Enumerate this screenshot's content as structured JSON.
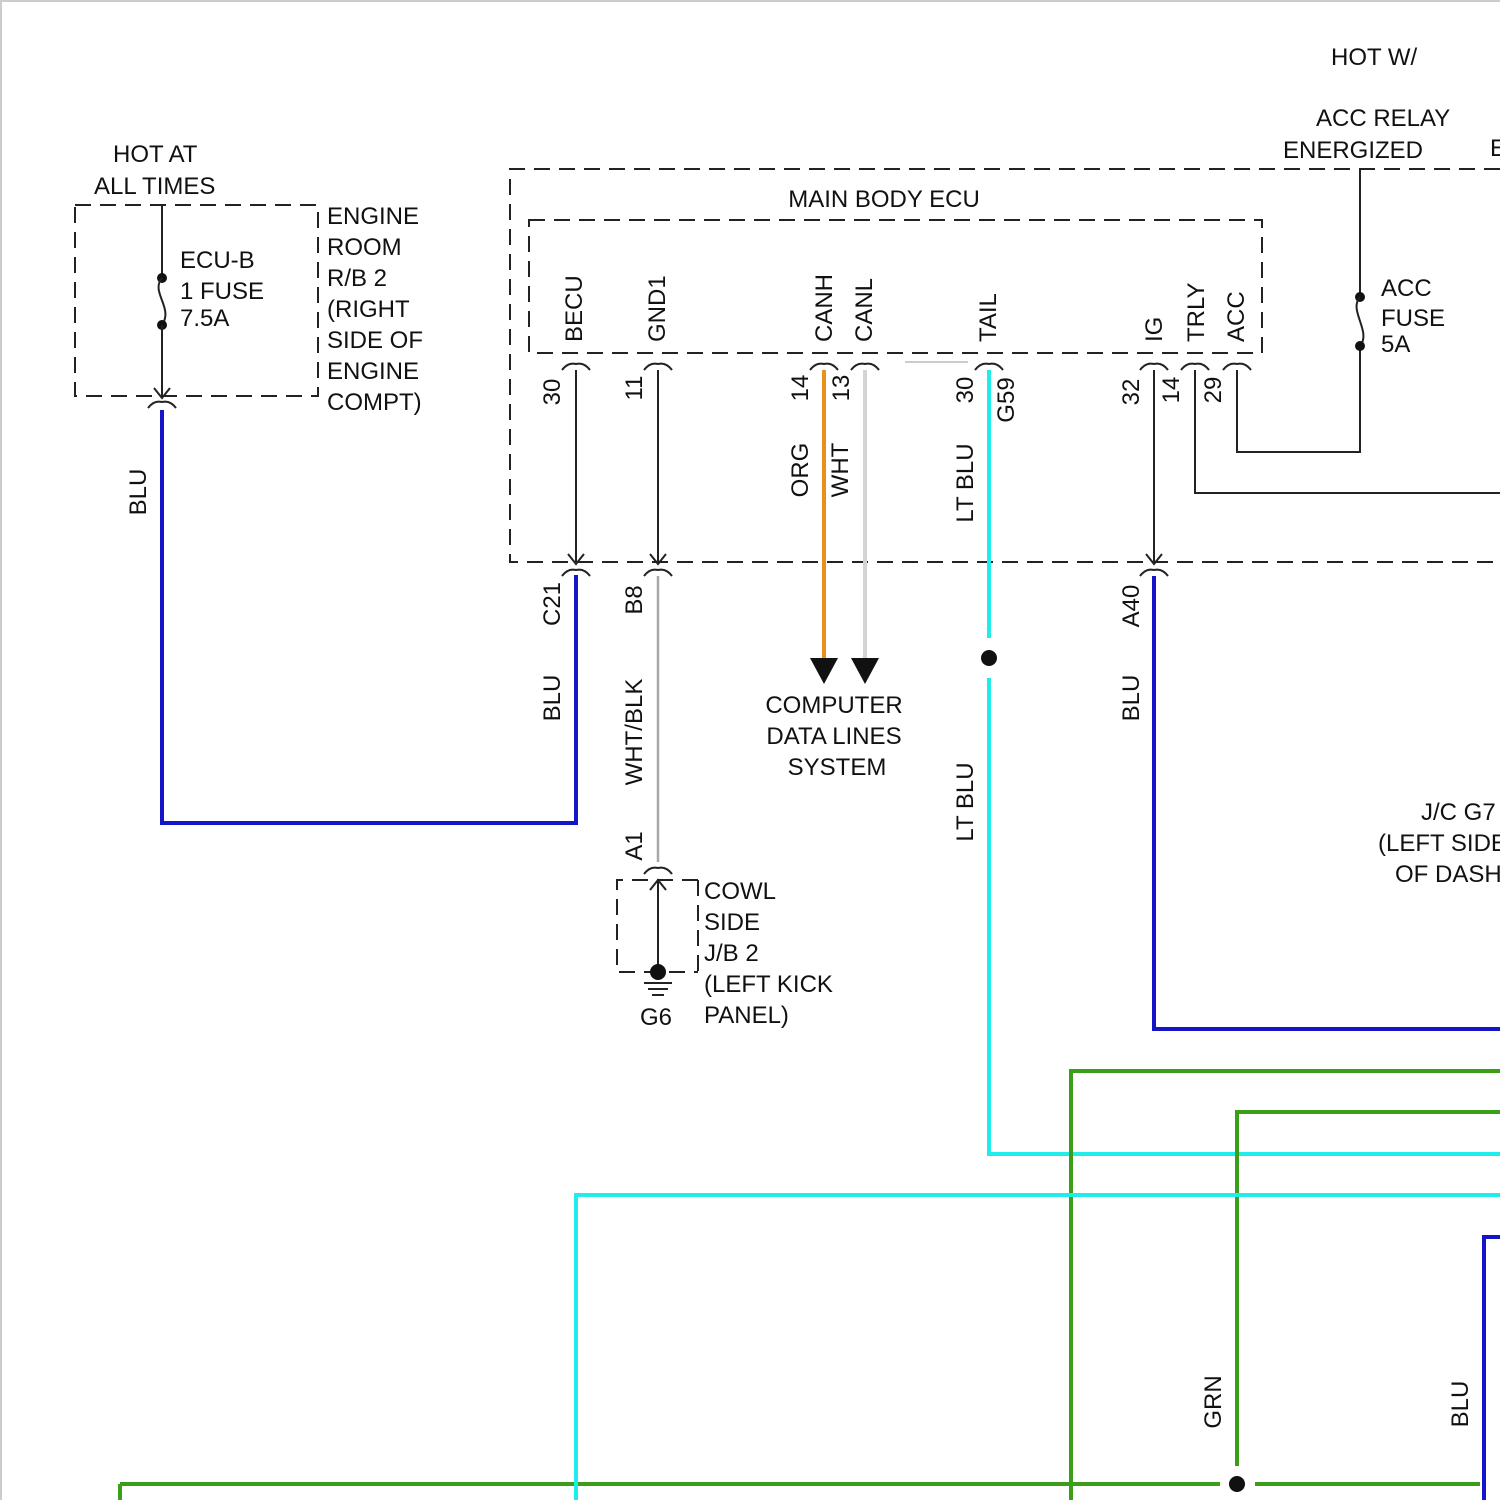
{
  "colors": {
    "blu": "#1414c8",
    "lt_blu": "#20ecec",
    "grn": "#3a9e18",
    "org": "#e8901c",
    "wht": "#d4d4d4",
    "wht_blk": "#a8a8a8",
    "black": "#111111"
  },
  "top": {
    "hot_w": "HOT W/",
    "acc_relay_1": "ACC RELAY",
    "acc_relay_2": "ENERGIZED",
    "cut_letter": "E"
  },
  "fuse_box": {
    "hot_1": "HOT AT",
    "hot_2": "ALL TIMES",
    "fuse_1": "ECU-B",
    "fuse_2": "1 FUSE",
    "fuse_3": "7.5A",
    "loc_1": "ENGINE",
    "loc_2": "ROOM",
    "loc_3": "R/B 2",
    "loc_4": "(RIGHT",
    "loc_5": "SIDE OF",
    "loc_6": "ENGINE",
    "loc_7": "COMPT)",
    "wire_color": "BLU"
  },
  "ecu": {
    "title": "MAIN BODY ECU",
    "pins": [
      "BECU",
      "GND1",
      "CANH",
      "CANL",
      "TAIL",
      "IG",
      "TRLY",
      "ACC"
    ],
    "pin_numbers": [
      "30",
      "11",
      "14",
      "13",
      "30",
      "32",
      "14",
      "29"
    ],
    "g59": "G59",
    "inner_colors": {
      "org": "ORG",
      "wht": "WHT",
      "lt_blu": "LT BLU"
    }
  },
  "acc_fuse": {
    "l1": "ACC",
    "l2": "FUSE",
    "l3": "5A"
  },
  "connectors": {
    "c21": "C21",
    "b8": "B8",
    "a40": "A40",
    "a1": "A1"
  },
  "wire_labels": {
    "blu_c21": "BLU",
    "wht_blk": "WHT/BLK",
    "lt_blu_lower": "LT BLU",
    "blu_a40": "BLU",
    "grn": "GRN",
    "blu_bottom": "BLU"
  },
  "data_lines": {
    "l1": "COMPUTER",
    "l2": "DATA LINES",
    "l3": "SYSTEM"
  },
  "cowl": {
    "l1": "COWL",
    "l2": "SIDE",
    "l3": "J/B 2",
    "l4": "(LEFT KICK",
    "l5": "PANEL)",
    "ground": "G6"
  },
  "jc": {
    "l1": "J/C G7",
    "l2": "(LEFT SIDE",
    "l3": "OF DASH"
  }
}
